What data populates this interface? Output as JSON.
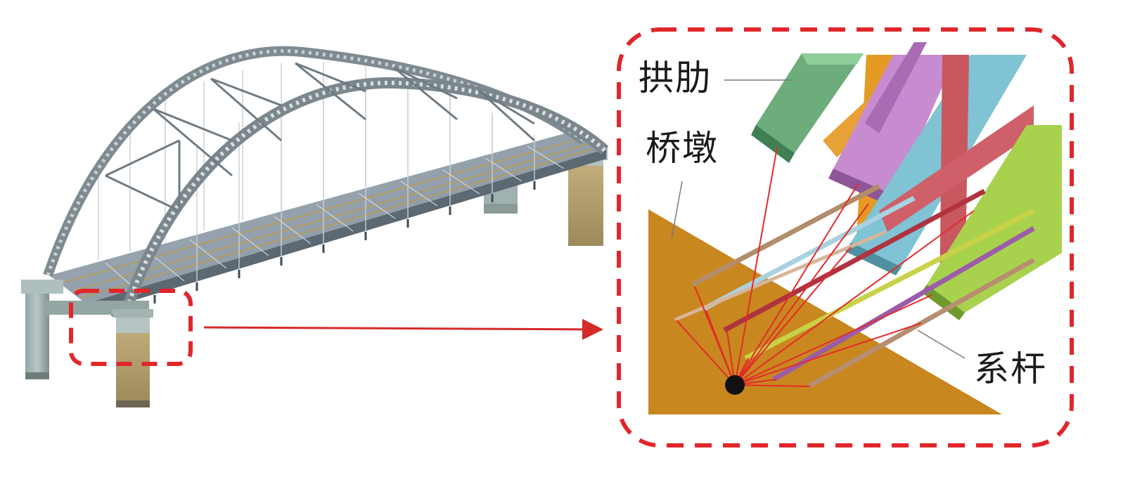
{
  "labels": {
    "arch_rib": "拱肋",
    "pier": "桥墩",
    "tie_rod": "系杆"
  },
  "colors": {
    "highlight_dash": "#e0262b",
    "pointer_arrow": "#d42a2a",
    "pier_fill": "#c8871f",
    "arch_steel": "#8e9aa0",
    "deck": "#8c9aa6",
    "anchor_point": "#111111"
  }
}
